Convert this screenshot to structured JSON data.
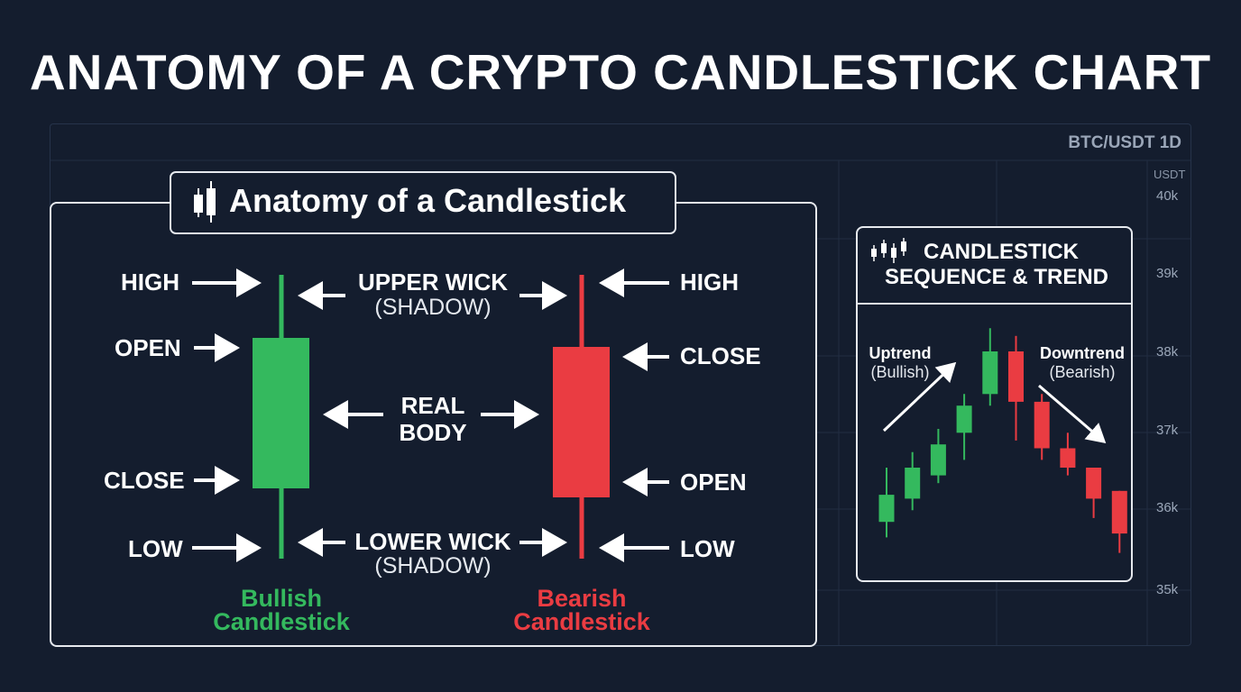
{
  "title": "ANATOMY OF A CRYPTO CANDLESTICK CHART",
  "chart_header": {
    "pair": "BTC/USDT 1D",
    "unit": "USDT",
    "ticks": [
      "40k",
      "39k",
      "38k",
      "37k",
      "36k",
      "35k"
    ]
  },
  "anatomy": {
    "title": "Anatomy of a Candlestick",
    "bullish": {
      "high": "HIGH",
      "open": "OPEN",
      "close": "CLOSE",
      "low": "LOW",
      "caption_line1": "Bullish",
      "caption_line2": "Candlestick",
      "color": "#34b95e"
    },
    "bearish": {
      "high": "HIGH",
      "close": "CLOSE",
      "open": "OPEN",
      "low": "LOW",
      "caption_line1": "Bearish",
      "caption_line2": "Candlestick",
      "color": "#ea3c42"
    },
    "upper_wick": {
      "line1": "UPPER WICK",
      "line2": "(SHADOW)"
    },
    "real_body": {
      "line1": "REAL",
      "line2": "BODY"
    },
    "lower_wick": {
      "line1": "LOWER WICK",
      "line2": "(SHADOW)"
    }
  },
  "sequence": {
    "title_line1": "CANDLESTICK",
    "title_line2": "SEQUENCE & TREND",
    "uptrend": {
      "label": "Uptrend",
      "sub": "(Bullish)"
    },
    "downtrend": {
      "label": "Downtrend",
      "sub": "(Bearish)"
    },
    "candles": [
      {
        "dir": "up",
        "high": 36.5,
        "open": 35.8,
        "close": 36.15,
        "low": 35.6
      },
      {
        "dir": "up",
        "high": 36.7,
        "open": 36.1,
        "close": 36.5,
        "low": 35.95
      },
      {
        "dir": "up",
        "high": 37.0,
        "open": 36.4,
        "close": 36.8,
        "low": 36.3
      },
      {
        "dir": "up",
        "high": 37.45,
        "open": 36.95,
        "close": 37.3,
        "low": 36.6
      },
      {
        "dir": "up",
        "high": 38.3,
        "open": 37.45,
        "close": 38.0,
        "low": 37.3
      },
      {
        "dir": "down",
        "high": 38.2,
        "open": 38.0,
        "close": 37.35,
        "low": 36.85
      },
      {
        "dir": "down",
        "high": 37.45,
        "open": 37.35,
        "close": 36.75,
        "low": 36.6
      },
      {
        "dir": "down",
        "high": 36.95,
        "open": 36.75,
        "close": 36.5,
        "low": 36.4
      },
      {
        "dir": "down",
        "high": 36.5,
        "open": 36.5,
        "close": 36.1,
        "low": 35.85
      },
      {
        "dir": "down",
        "high": 36.2,
        "open": 36.2,
        "close": 35.65,
        "low": 35.4
      }
    ]
  }
}
